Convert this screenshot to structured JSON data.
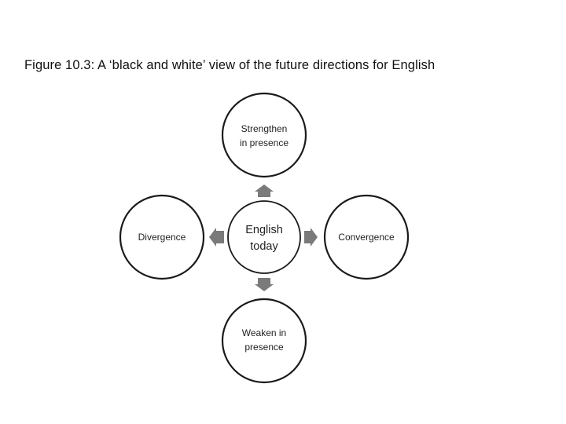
{
  "caption": "Figure 10.3: A ‘black and white’ view of the future directions for English",
  "nodes": {
    "center": {
      "line1": "English",
      "line2": "today"
    },
    "top": {
      "line1": "Strengthen",
      "line2": "in presence"
    },
    "bottom": {
      "line1": "Weaken in",
      "line2": "presence"
    },
    "left": {
      "line1": "Divergence"
    },
    "right": {
      "line1": "Convergence"
    }
  },
  "colors": {
    "outline": "#1a1a1a",
    "arrow": "#7a7a7a",
    "text": "#222222"
  }
}
